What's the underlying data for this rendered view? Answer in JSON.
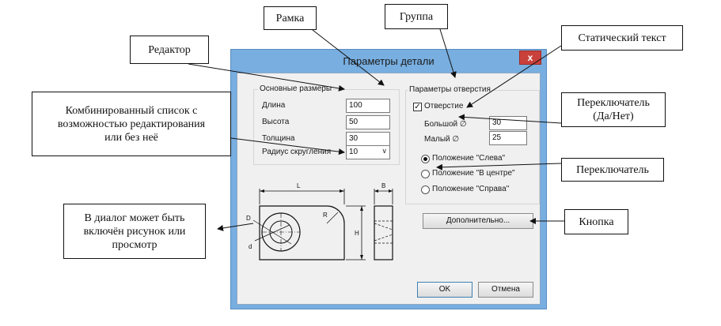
{
  "dialog": {
    "title": "Параметры детали",
    "close_glyph": "x",
    "main_group": {
      "title": "Основные размеры",
      "fields": [
        {
          "label": "Длина",
          "value": "100"
        },
        {
          "label": "Высота",
          "value": "50"
        },
        {
          "label": "Толщина",
          "value": "30"
        }
      ],
      "radius": {
        "label": "Радиус скругления",
        "value": "10"
      }
    },
    "hole_group": {
      "title": "Параметры отверстия",
      "checkbox_label": "Отверстие",
      "checked": true,
      "big_label": "Большой ∅",
      "big_value": "30",
      "small_label": "Малый ∅",
      "small_value": "25",
      "radios": [
        "Положение \"Слева\"",
        "Положение \"В центре\"",
        "Положение \"Справа\""
      ],
      "selected_radio": 0
    },
    "more_button": "Дополнительно...",
    "ok_button": "OK",
    "cancel_button": "Отмена",
    "drawing": {
      "L": "L",
      "B": "B",
      "D": "D",
      "d": "d",
      "R": "R",
      "H": "H"
    }
  },
  "callouts": {
    "frame": "Рамка",
    "group": "Группа",
    "static_text": "Статический текст",
    "editor": "Редактор",
    "combo": [
      "Комбинированный список с",
      "возможностью редактирования",
      "или без неё"
    ],
    "toggle": [
      "Переключатель",
      "(Да/Нет)"
    ],
    "radio": "Переключатель",
    "button": "Кнопка",
    "picture": [
      "В диалог может быть",
      "включён рисунок или",
      "просмотр"
    ]
  },
  "colors": {
    "title_bar": "#78aee0",
    "close": "#c9413b",
    "client": "#f0f0f0"
  }
}
